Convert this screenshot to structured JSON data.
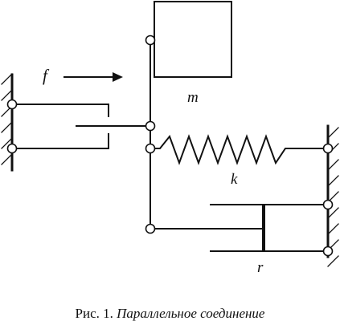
{
  "labels": {
    "force": "f",
    "mass": "m",
    "spring": "k",
    "damper": "r"
  },
  "caption": {
    "prefix": "Рис. 1. ",
    "title": "Параллельное соединение"
  }
}
